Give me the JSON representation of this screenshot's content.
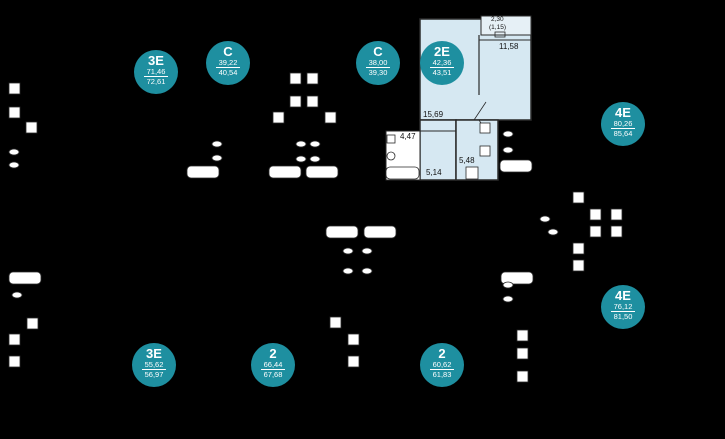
{
  "apartments": [
    {
      "type": "3E",
      "area_total": "71,46",
      "area_full": "72,61"
    },
    {
      "type": "С",
      "area_total": "39,22",
      "area_full": "40,54"
    },
    {
      "type": "С",
      "area_total": "38,00",
      "area_full": "39,30"
    },
    {
      "type": "2E",
      "area_total": "42,36",
      "area_full": "43,51"
    },
    {
      "type": "4E",
      "area_total": "80,26",
      "area_full": "85,64"
    },
    {
      "type": "4E",
      "area_total": "76,12",
      "area_full": "81,50"
    },
    {
      "type": "3E",
      "area_total": "55,62",
      "area_full": "56,97"
    },
    {
      "type": "2",
      "area_total": "66,44",
      "area_full": "67,68"
    },
    {
      "type": "2",
      "area_total": "60,62",
      "area_full": "61,83"
    }
  ],
  "rooms": {
    "balcony_area": "2,30",
    "balcony_reduced": "(1,15)",
    "living_room": "11,58",
    "kitchen": "15,69",
    "bathroom": "4,47",
    "hall": "5,14",
    "bedroom_small": "5,48"
  },
  "colors": {
    "badge": "#1e8fa0",
    "highlight_fill": "#d6e8f2",
    "wall": "#2a2a2a"
  }
}
